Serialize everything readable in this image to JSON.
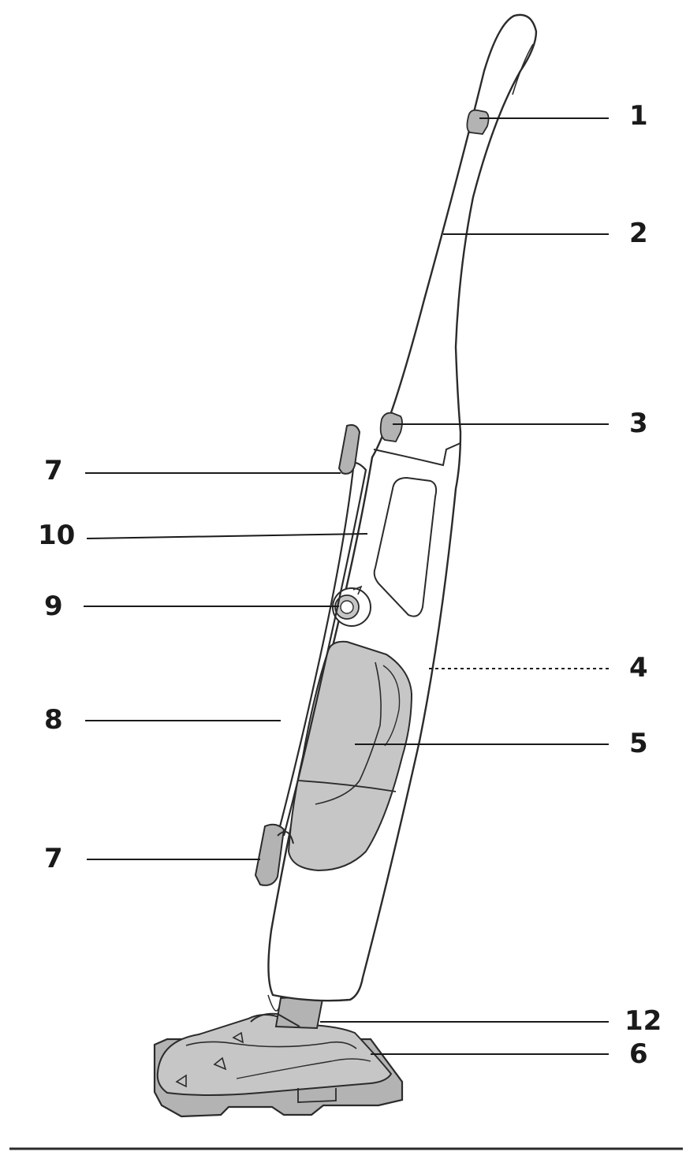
{
  "colors": {
    "outline": "#2b2b2b",
    "body_fill": "#ffffff",
    "part_fill": "#b3b3b3",
    "part_fill_light": "#c6c6c6",
    "leader": "#1a1a1a"
  },
  "callouts": [
    {
      "id": "c1",
      "label": "1",
      "part": "upper-button-icon"
    },
    {
      "id": "c2",
      "label": "2",
      "part": "handle"
    },
    {
      "id": "c3",
      "label": "3",
      "part": "lower-button-icon"
    },
    {
      "id": "c4",
      "label": "4",
      "part": "main-body-rear"
    },
    {
      "id": "c5",
      "label": "5",
      "part": "water-tank"
    },
    {
      "id": "c6",
      "label": "6",
      "part": "floor-head"
    },
    {
      "id": "c7a",
      "label": "7",
      "part": "cord-hook-upper"
    },
    {
      "id": "c7b",
      "label": "7",
      "part": "cord-hook-lower"
    },
    {
      "id": "c8",
      "label": "8",
      "part": "power-cord"
    },
    {
      "id": "c9",
      "label": "9",
      "part": "steam-dial"
    },
    {
      "id": "c10",
      "label": "10",
      "part": "body-front"
    },
    {
      "id": "c12",
      "label": "12",
      "part": "neck-joint"
    }
  ]
}
